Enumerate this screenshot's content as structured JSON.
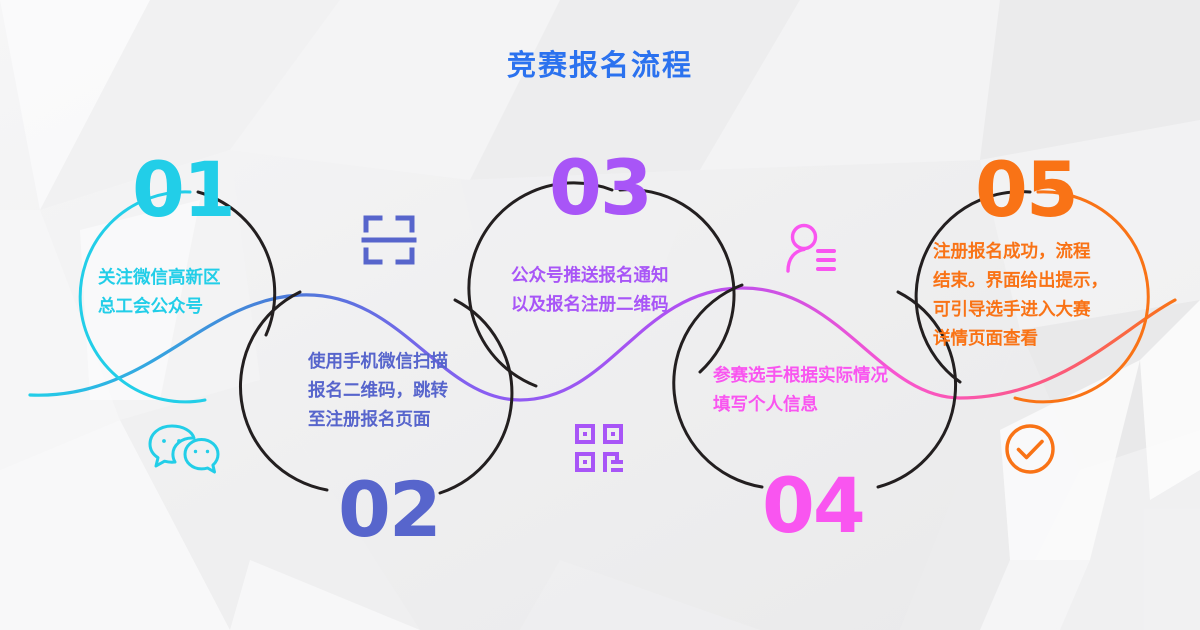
{
  "header": {
    "title": "竞赛报名流程",
    "title_color": "#2b72ef"
  },
  "theme": {
    "background": "#f2f2f3",
    "arc_dark": "#231f20"
  },
  "steps": [
    {
      "number": "01",
      "color": "#22cee8",
      "lines": [
        "关注微信高新区",
        "总工会公众号"
      ],
      "icon": "wechat-icon",
      "number_position": "top",
      "icon_position": "bottom"
    },
    {
      "number": "02",
      "color": "#5765cc",
      "lines": [
        "使用手机微信扫描",
        "报名二维码，跳转",
        "至注册报名页面"
      ],
      "icon": "scan-frame-icon",
      "number_position": "bottom",
      "icon_position": "top"
    },
    {
      "number": "03",
      "color": "#a855f7",
      "lines": [
        "公众号推送报名通知",
        "以及报名注册二维码"
      ],
      "icon": "qr-code-icon",
      "number_position": "top",
      "icon_position": "bottom"
    },
    {
      "number": "04",
      "color": "#f955f0",
      "lines": [
        "参赛选手根据实际情况",
        "填写个人信息"
      ],
      "icon": "user-profile-icon",
      "number_position": "bottom",
      "icon_position": "top"
    },
    {
      "number": "05",
      "color": "#f97316",
      "lines": [
        "注册报名成功，流程",
        "结束。界面给出提示，",
        "可引导选手进入大赛",
        "详情页面查看"
      ],
      "icon": "check-circle-icon",
      "number_position": "top",
      "icon_position": "bottom"
    }
  ],
  "wave": {
    "description": "连续渐变S型曲线",
    "gradient_stops": [
      "#22cee8",
      "#5765cc",
      "#a855f7",
      "#f955f0",
      "#f97316"
    ]
  }
}
